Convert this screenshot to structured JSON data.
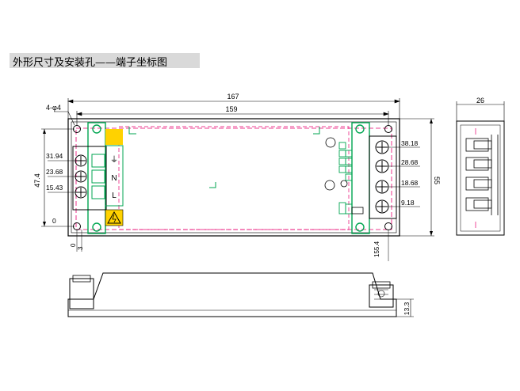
{
  "heading": "外形尺寸及安装孔——端子坐标图",
  "top_view": {
    "overall_length": "167",
    "hole_pitch": "159",
    "hole_callout": "4-φ4",
    "height": "55",
    "left_hole_pitch": "47.4",
    "left_origin_y": "0",
    "left_origin_x": "0",
    "left_hole_offset": "3",
    "right_hole_offset": "155.4",
    "left_terminal_y": [
      "31.94",
      "23.68",
      "15.43"
    ],
    "right_terminal_y": [
      "38.18",
      "28.68",
      "18.68",
      "9.18"
    ],
    "terminal_labels": [
      "⏚",
      "N",
      "L"
    ]
  },
  "side_view": {
    "depth": "26"
  },
  "front_view": {
    "terminal_height": "13.3"
  },
  "colors": {
    "outline": "#000000",
    "board_green": "#00a651",
    "board_pink": "#e8006f",
    "warning_yellow": "#ffd200"
  }
}
